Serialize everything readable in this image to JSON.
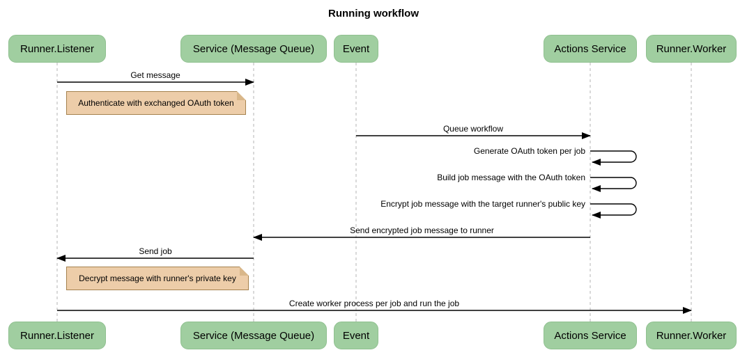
{
  "diagram_type": "sequence",
  "title": "Running workflow",
  "colors": {
    "background": "#FFFFFF",
    "participant-fill": "#A0CEA0",
    "participant-border": "#8FC08F",
    "note-fill": "#EDCDA9",
    "note-border": "#A5824E",
    "note-fold": "#D9B78A",
    "lifeline": "#B3B3B3",
    "arrow": "#000000",
    "text": "#000000"
  },
  "participants": [
    {
      "label": "Runner.Listener"
    },
    {
      "label": "Service (Message Queue)"
    },
    {
      "label": "Event"
    },
    {
      "label": "Actions Service"
    },
    {
      "label": "Runner.Worker"
    }
  ],
  "messages": [
    {
      "type": "message",
      "label": "Get message",
      "from": "Runner.Listener",
      "to": "Service (Message Queue)"
    },
    {
      "type": "note",
      "label": "Authenticate with exchanged OAuth token",
      "position": "right of Runner.Listener"
    },
    {
      "type": "message",
      "label": "Queue workflow",
      "from": "Event",
      "to": "Actions Service"
    },
    {
      "type": "self",
      "label": "Generate OAuth token per job",
      "actor": "Actions Service"
    },
    {
      "type": "self",
      "label": "Build job message with the OAuth token",
      "actor": "Actions Service"
    },
    {
      "type": "self",
      "label": "Encrypt job message with the target runner's public key",
      "actor": "Actions Service"
    },
    {
      "type": "message",
      "label": "Send encrypted job message to runner",
      "from": "Actions Service",
      "to": "Service (Message Queue)"
    },
    {
      "type": "message",
      "label": "Send job",
      "from": "Service (Message Queue)",
      "to": "Runner.Listener"
    },
    {
      "type": "note",
      "label": "Decrypt message with runner's private key",
      "position": "right of Runner.Listener"
    },
    {
      "type": "message",
      "label": "Create worker process per job and run the job",
      "from": "Runner.Listener",
      "to": "Runner.Worker"
    }
  ]
}
